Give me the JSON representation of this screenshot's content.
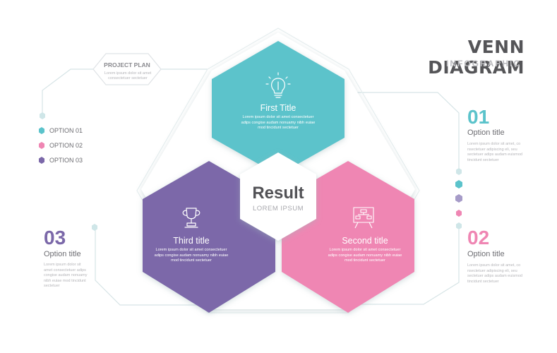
{
  "header": {
    "title": "VENN DIAGRAM",
    "subtitle": "INFOGRAPHIC"
  },
  "project_plan": {
    "title": "PROJECT PLAN",
    "text": "Lorem ipsum dolor sit amet consectetuer sectetuer"
  },
  "legend": [
    {
      "label": "OPTION 01",
      "color": "#5bc3cb"
    },
    {
      "label": "OPTION 02",
      "color": "#ef86b3"
    },
    {
      "label": "OPTION 03",
      "color": "#7b68a9"
    }
  ],
  "center": {
    "title": "Result",
    "subtitle": "LOREM IPSUM"
  },
  "hexagons": {
    "first": {
      "title": "First Title",
      "text": "Lorem ipsum dolor sit amet consectetuer adips congise audam nonuamy nibh euiae mod tincidunt sectetuer",
      "color": "#5bc3cb",
      "icon": "lightbulb-icon"
    },
    "second": {
      "title": "Second title",
      "text": "Lorem ipsum dolor sit amet consectetuer adips congise audam nonuamy nibh euiae mod tincidunt sectetuer",
      "color": "#ef86b3",
      "icon": "flowchart-board-icon"
    },
    "third": {
      "title": "Third title",
      "text": "Lorem ipsum dolor sit amet consectetuer adips congise audam nonuamy nibh euiae mod tincidunt sectetuer",
      "color": "#7b68a9",
      "icon": "trophy-icon"
    }
  },
  "options": {
    "o1": {
      "number": "01",
      "title": "Option title",
      "text": "Lorem ipsum dolor sit amet, co nsectetuer adipiscing eli, seu sectetuer adips audam euismod tincidunt sectetuer",
      "color": "#5bc3cb"
    },
    "o2": {
      "number": "02",
      "title": "Option title",
      "text": "Lorem ipsum dolor sit amet, co nsectetuer adipiscing eli, seu sectetuer adips audam euismod tincidunt sectetuer",
      "color": "#ef86b3"
    },
    "o3": {
      "number": "03",
      "title": "Option title",
      "text": "Lorem ipsum dolor sit amet consectetuer adips congise audam nonuamy nibh euiae mod tincidunt sectetuer",
      "color": "#7b68a9"
    }
  },
  "palette": {
    "line": "#d6e4e6",
    "text_gray": "#6d6d72"
  }
}
